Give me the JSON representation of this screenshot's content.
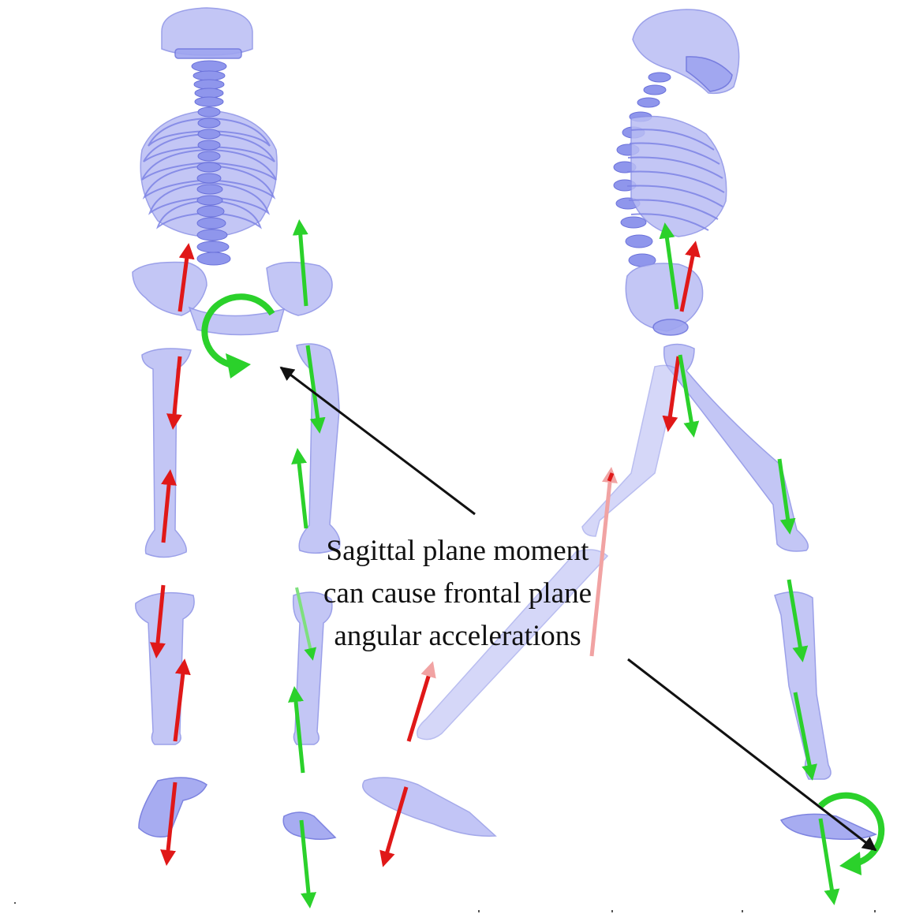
{
  "caption": {
    "lines": [
      "Sagittal plane moment",
      "can cause frontal plane",
      "angular accelerations"
    ]
  },
  "colors": {
    "bone": "#b9bdf4",
    "left_side_arrow": "#e01818",
    "right_side_arrow": "#2bd12b",
    "faded_left_arrow": "#f1a3a3",
    "pointer_arrow": "#111111",
    "background": "#ffffff"
  },
  "views": [
    "posterior-view",
    "lateral-view"
  ]
}
